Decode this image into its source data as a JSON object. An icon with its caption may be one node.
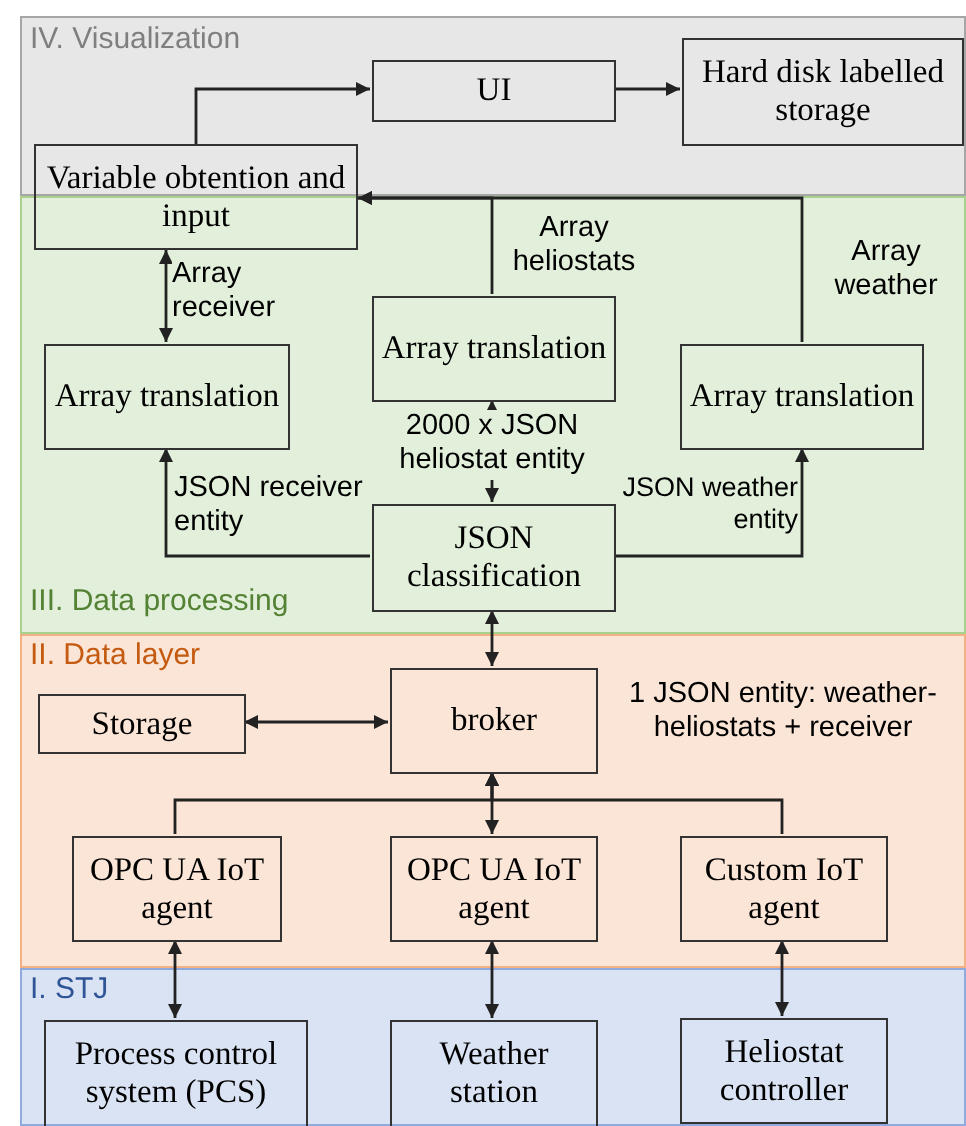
{
  "diagram": {
    "nodes": [
      {
        "text": [
          "IV. Visualization"
        ]
      },
      {
        "text": [
          "UI"
        ],
        "in": 0
      },
      {
        "text": [
          "Hard disk labelled storage"
        ],
        "in": 0
      },
      {
        "text": [
          "Variable obtention and input"
        ]
      },
      {
        "text": [
          "III. Data processing"
        ]
      },
      {
        "text": [
          "Array translation"
        ],
        "in": 4
      },
      {
        "text": [
          "Array translation"
        ],
        "in": 4
      },
      {
        "text": [
          "Array translation"
        ],
        "in": 4
      },
      {
        "text": [
          "JSON classification"
        ],
        "in": 4
      },
      {
        "text": [
          "II. Data layer"
        ]
      },
      {
        "text": [
          "Storage"
        ],
        "in": 9
      },
      {
        "text": [
          "broker"
        ],
        "in": 9,
        "beside": [
          "1 JSON entity: weather-heliostats + receiver"
        ]
      },
      {
        "text": [
          "OPC UA IoT agent"
        ],
        "in": 9
      },
      {
        "text": [
          "OPC UA IoT agent"
        ],
        "in": 9
      },
      {
        "text": [
          "Custom IoT agent"
        ],
        "in": 9
      },
      {
        "text": [
          "I. STJ"
        ]
      },
      {
        "text": [
          "Process control system (PCS)"
        ],
        "in": 15
      },
      {
        "text": [
          "Weather station"
        ],
        "in": 15
      },
      {
        "text": [
          "Heliostat controller"
        ],
        "in": 15
      }
    ],
    "edges": [
      {
        "from": 3,
        "to": 1,
        "arrow": "to"
      },
      {
        "from": 1,
        "to": 2,
        "arrow": "to"
      },
      {
        "from": 5,
        "to": 3,
        "arrow": "both",
        "label": "Array receiver"
      },
      {
        "from": 6,
        "to": 3,
        "arrow": "to",
        "label": "Array heliostats"
      },
      {
        "from": 7,
        "to": 3,
        "arrow": "to",
        "label": "Array weather"
      },
      {
        "from": 8,
        "to": 5,
        "arrow": "to",
        "label": "JSON receiver entity"
      },
      {
        "from": 8,
        "to": 6,
        "arrow": "both",
        "label": "2000 x JSON heliostat entity"
      },
      {
        "from": 8,
        "to": 7,
        "arrow": "to",
        "label": "JSON weather entity"
      },
      {
        "from": 11,
        "to": 8,
        "arrow": "both"
      },
      {
        "from": 10,
        "to": 11,
        "arrow": "both"
      },
      {
        "from": 12,
        "to": 11,
        "arrow": "to"
      },
      {
        "from": 13,
        "to": 11,
        "arrow": "both"
      },
      {
        "from": 14,
        "to": 11,
        "arrow": "to"
      },
      {
        "from": 12,
        "to": 16,
        "arrow": "both"
      },
      {
        "from": 13,
        "to": 17,
        "arrow": "both"
      },
      {
        "from": 14,
        "to": 18,
        "arrow": "both"
      }
    ]
  }
}
